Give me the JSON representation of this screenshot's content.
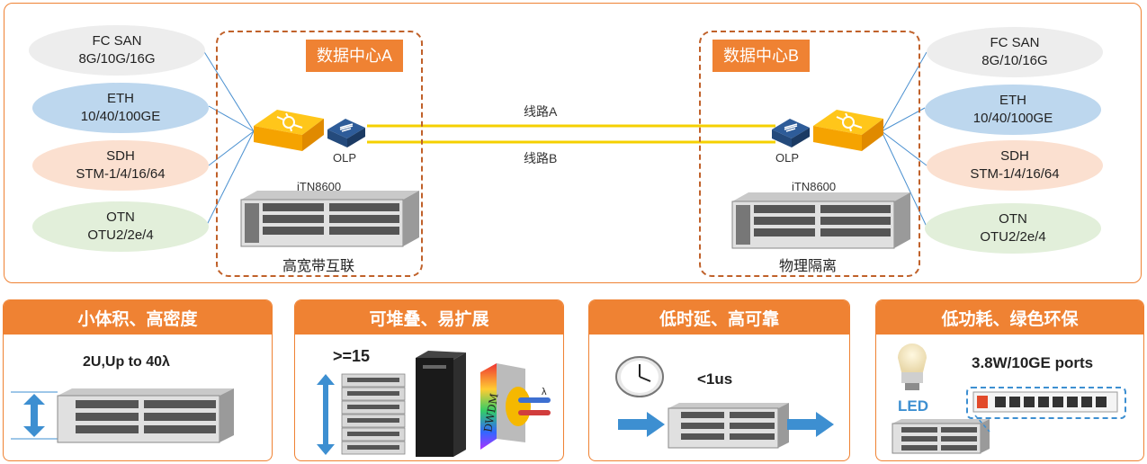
{
  "left_ellipses": [
    {
      "line1": "FC SAN",
      "line2": "8G/10G/16G",
      "color": "#ededed"
    },
    {
      "line1": "ETH",
      "line2": "10/40/100GE",
      "color": "#bdd7ee"
    },
    {
      "line1": "SDH",
      "line2": "STM-1/4/16/64",
      "color": "#fbe0d0"
    },
    {
      "line1": "OTN",
      "line2": "OTU2/2e/4",
      "color": "#e2efda"
    }
  ],
  "right_ellipses": [
    {
      "line1": "FC SAN",
      "line2": "8G/10/16G",
      "color": "#ededed"
    },
    {
      "line1": "ETH",
      "line2": "10/40/100GE",
      "color": "#bdd7ee"
    },
    {
      "line1": "SDH",
      "line2": "STM-1/4/16/64",
      "color": "#fbe0d0"
    },
    {
      "line1": "OTN",
      "line2": "OTU2/2e/4",
      "color": "#e2efda"
    }
  ],
  "datacenter_a": {
    "title": "数据中心A",
    "olp": "OLP",
    "device": "iTN8600",
    "caption": "高宽带互联"
  },
  "datacenter_b": {
    "title": "数据中心B",
    "olp": "OLP",
    "device": "iTN8600",
    "caption": "物理隔离"
  },
  "links": {
    "a": "线路A",
    "b": "线路B"
  },
  "panels": [
    {
      "title": "小体积、高密度",
      "text": "2U,Up to 40λ"
    },
    {
      "title": "可堆叠、易扩展",
      "text": ">=15",
      "dwdm": "DWDM",
      "lambda": "λ"
    },
    {
      "title": "低时延、高可靠",
      "text": "<1us"
    },
    {
      "title": "低功耗、绿色环保",
      "text": "3.8W/10GE ports",
      "led": "LED"
    }
  ],
  "colors": {
    "accent": "#ef8233",
    "link": "#f5d000",
    "arrow": "#3d8fd1",
    "lines": "#4a90d0"
  }
}
